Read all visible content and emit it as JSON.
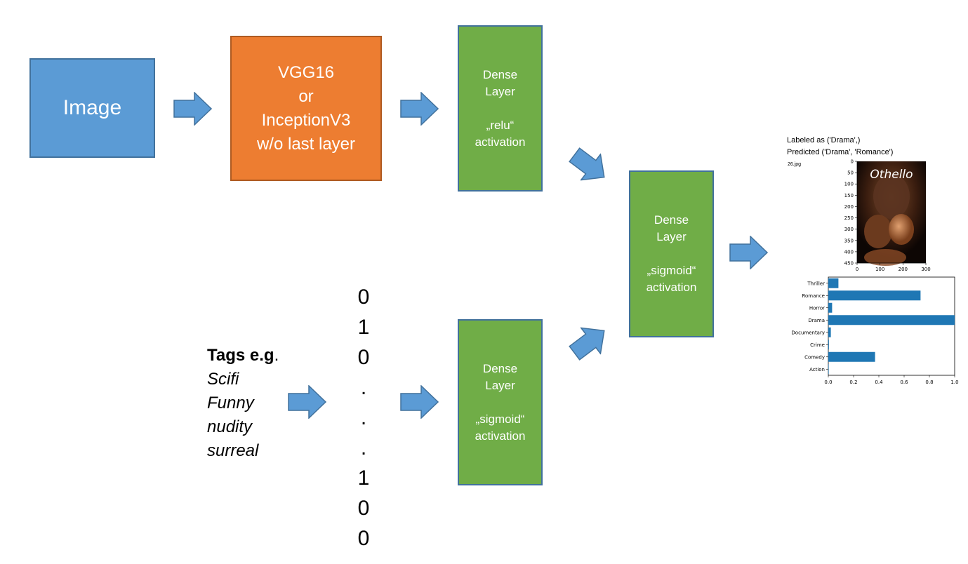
{
  "image_box": {
    "label": "Image"
  },
  "cnn_box": {
    "lines": [
      "VGG16",
      "or",
      "InceptionV3",
      "w/o last layer"
    ]
  },
  "dense_relu": {
    "line1": "Dense",
    "line2": "Layer",
    "line3": "„relu“",
    "line4": "activation"
  },
  "dense_sigmoid_tags": {
    "line1": "Dense",
    "line2": "Layer",
    "line3": "„sigmoid“",
    "line4": "activation"
  },
  "dense_sigmoid_out": {
    "line1": "Dense",
    "line2": "Layer",
    "line3": "„sigmoid“",
    "line4": "activation"
  },
  "tags": {
    "heading_bold": "Tags e.g",
    "heading_dot": ".",
    "items": [
      "Scifi",
      "Funny",
      "nudity",
      "surreal"
    ]
  },
  "vector": [
    "0",
    "1",
    "0",
    ".",
    ".",
    ".",
    "1",
    "0",
    "0"
  ],
  "prediction": {
    "labeled_as": "Labeled as ('Drama',)",
    "predicted": "Predicted ('Drama', 'Romance')",
    "filename": "26.jpg",
    "poster_title": "Othello",
    "image_axis": {
      "y_ticks": [
        "0",
        "50",
        "100",
        "150",
        "200",
        "250",
        "300",
        "350",
        "400",
        "450"
      ],
      "x_ticks": [
        "0",
        "100",
        "200",
        "300"
      ]
    }
  },
  "colors": {
    "blue": "#5b9bd5",
    "orange": "#ed7d31",
    "green": "#70ad47",
    "bar": "#1f77b4"
  },
  "chart_data": {
    "type": "bar",
    "orientation": "horizontal",
    "categories": [
      "Action",
      "Comedy",
      "Crime",
      "Documentary",
      "Drama",
      "Horror",
      "Romance",
      "Thriller"
    ],
    "values": [
      0.0,
      0.37,
      0.005,
      0.02,
      1.0,
      0.03,
      0.73,
      0.08
    ],
    "xlim": [
      0,
      1.0
    ],
    "x_ticks": [
      "0.0",
      "0.2",
      "0.4",
      "0.6",
      "0.8",
      "1.0"
    ],
    "grid": false
  }
}
